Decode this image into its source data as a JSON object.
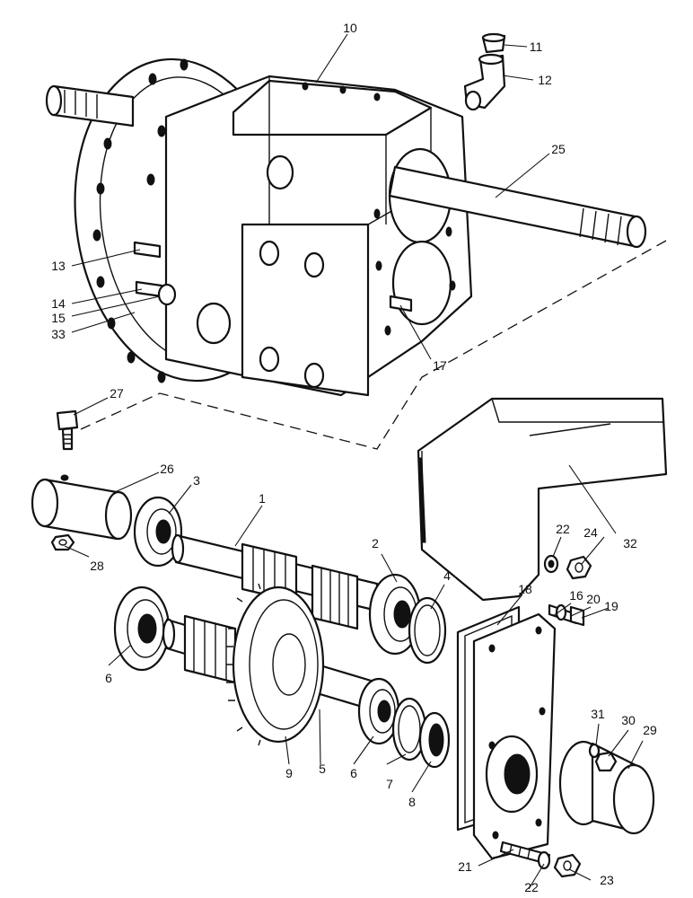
{
  "callouts": [
    {
      "id": "c1",
      "text": "1"
    },
    {
      "id": "c2",
      "text": "2"
    },
    {
      "id": "c3",
      "text": "3"
    },
    {
      "id": "c4",
      "text": "4"
    },
    {
      "id": "c5",
      "text": "5"
    },
    {
      "id": "c6a",
      "text": "6"
    },
    {
      "id": "c6b",
      "text": "6"
    },
    {
      "id": "c7",
      "text": "7"
    },
    {
      "id": "c8",
      "text": "8"
    },
    {
      "id": "c9",
      "text": "9"
    },
    {
      "id": "c10",
      "text": "10"
    },
    {
      "id": "c11",
      "text": "11"
    },
    {
      "id": "c12",
      "text": "12"
    },
    {
      "id": "c13",
      "text": "13"
    },
    {
      "id": "c14",
      "text": "14"
    },
    {
      "id": "c15",
      "text": "15"
    },
    {
      "id": "c16",
      "text": "16"
    },
    {
      "id": "c17",
      "text": "17"
    },
    {
      "id": "c18",
      "text": "18"
    },
    {
      "id": "c19",
      "text": "19"
    },
    {
      "id": "c20",
      "text": "20"
    },
    {
      "id": "c21",
      "text": "21"
    },
    {
      "id": "c22a",
      "text": "22"
    },
    {
      "id": "c22b",
      "text": "22"
    },
    {
      "id": "c23",
      "text": "23"
    },
    {
      "id": "c24",
      "text": "24"
    },
    {
      "id": "c25",
      "text": "25"
    },
    {
      "id": "c26",
      "text": "26"
    },
    {
      "id": "c27",
      "text": "27"
    },
    {
      "id": "c28",
      "text": "28"
    },
    {
      "id": "c29",
      "text": "29"
    },
    {
      "id": "c30",
      "text": "30"
    },
    {
      "id": "c31",
      "text": "31"
    },
    {
      "id": "c32",
      "text": "32"
    },
    {
      "id": "c33",
      "text": "33"
    }
  ]
}
